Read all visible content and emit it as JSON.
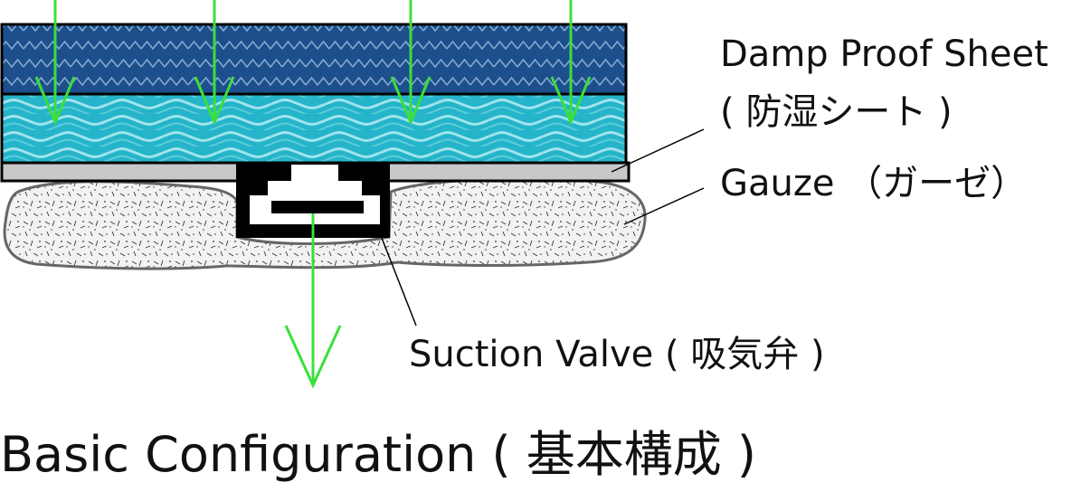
{
  "labels": {
    "damp_proof_line1": "Damp Proof Sheet",
    "damp_proof_line2": "( 防湿シート )",
    "gauze": "Gauze （ガーゼ）",
    "suction_valve": "Suction Valve ( 吸気弁 )",
    "title": "Basic Configuration ( 基本構成 )"
  },
  "colors": {
    "damp_sheet_dark_blue": "#1d4f8c",
    "damp_sheet_cyan": "#25b4c9",
    "gauze_strip_gray": "#c8c8c8",
    "gauze_fill": "#f2f2f2",
    "valve_black": "#000000",
    "airflow_arrow_green": "#39e039"
  },
  "icons": {
    "airflow": "down-arrow-icon"
  }
}
